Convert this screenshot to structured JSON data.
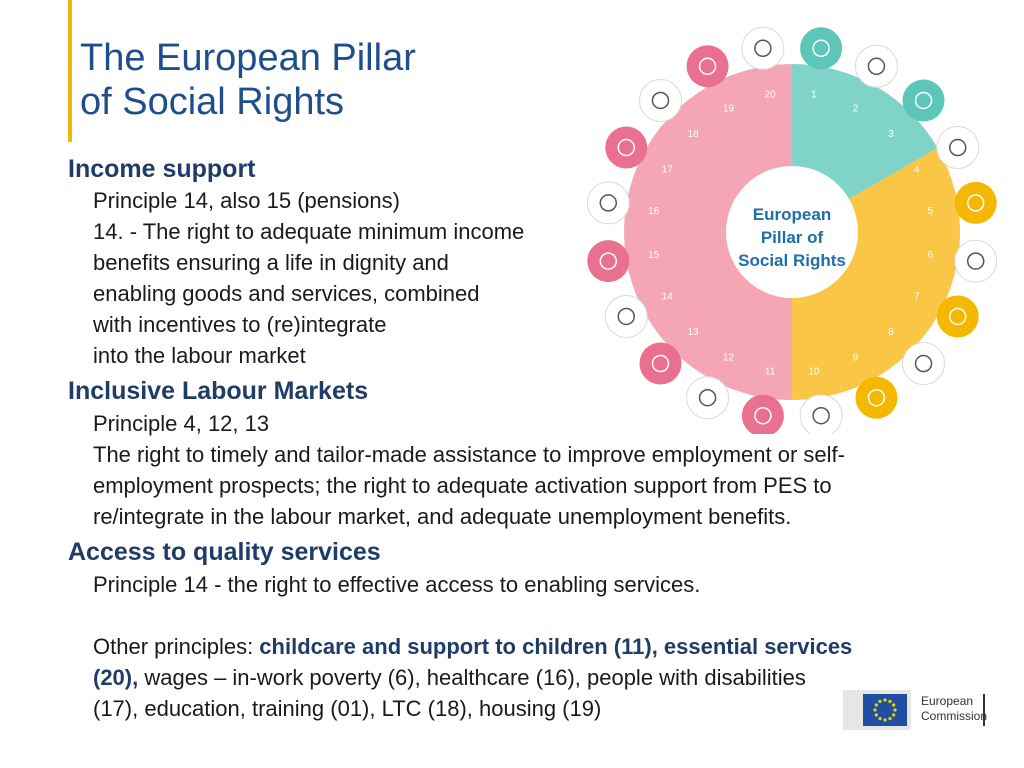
{
  "title": {
    "line1": "The European Pillar",
    "line2": "of Social Rights"
  },
  "wheel": {
    "center_line1": "European",
    "center_line2": "Pillar of",
    "center_line3": "Social Rights",
    "colors": {
      "teal": "#7fd3c8",
      "yellow": "#f9c646",
      "pink": "#f4a6b4",
      "pink_dark": "#e9708e",
      "yellow_dark": "#f5b800",
      "teal_dark": "#5cc7b8",
      "center_text": "#1f6fa8"
    },
    "numbers": [
      "1",
      "2",
      "3",
      "4",
      "5",
      "6",
      "7",
      "8",
      "9",
      "10",
      "11",
      "12",
      "13",
      "14",
      "15",
      "16",
      "17",
      "18",
      "19",
      "20"
    ]
  },
  "income": {
    "heading": "Income support",
    "lines": [
      "Principle 14, also 15 (pensions)",
      "14. - The right to adequate minimum income",
      "benefits ensuring a life in dignity and",
      "enabling goods and services, combined",
      "with incentives to (re)integrate",
      "into the labour market"
    ]
  },
  "ilm": {
    "heading": "Inclusive Labour Markets",
    "lines": [
      "Principle 4, 12, 13",
      "The right to timely and tailor-made assistance to improve employment or self-",
      "employment prospects; the right to adequate activation support from PES to",
      "re/integrate in the labour market, and adequate unemployment benefits."
    ]
  },
  "aqs": {
    "heading": "Access to quality services",
    "line1": "Principle 14 - the right to effective access to enabling services."
  },
  "other": {
    "prefix": "Other principles: ",
    "bold1": "childcare and support to children (11), essential services",
    "bold2": "(20),",
    "rest1": " wages – in-work poverty (6), healthcare (16), people with disabilities",
    "line3": "(17), education, training (01), LTC (18), housing (19)"
  },
  "logo": {
    "line1": "European",
    "line2": "Commission"
  }
}
